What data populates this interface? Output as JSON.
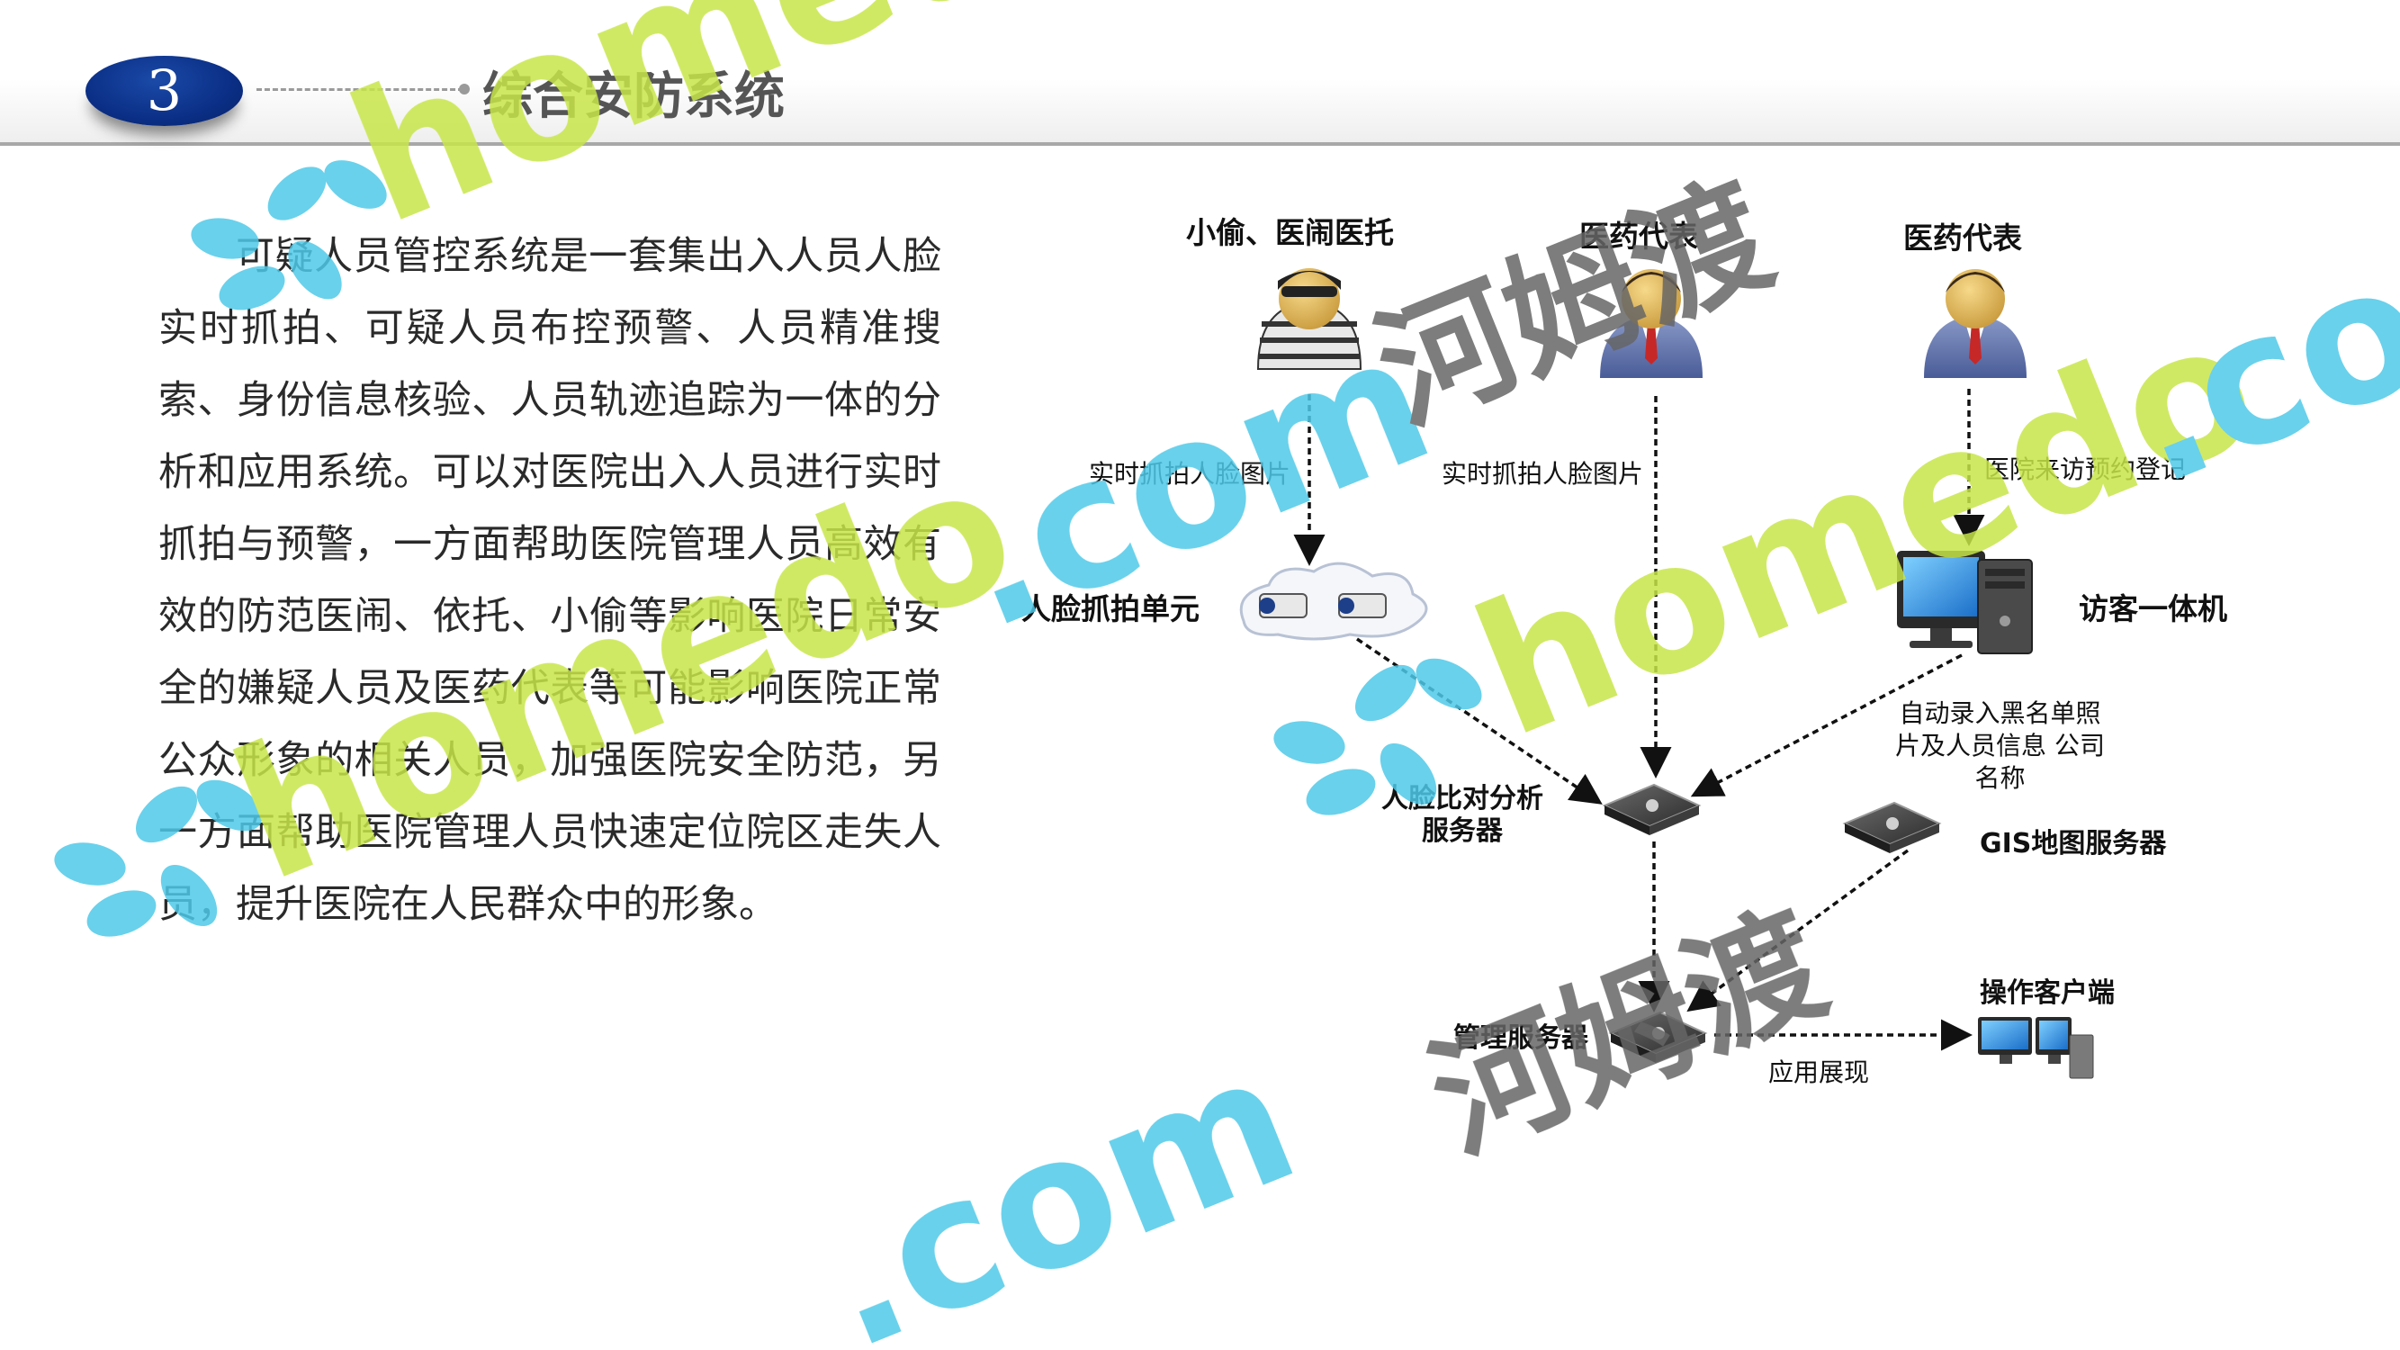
{
  "header": {
    "number": "3",
    "title": "综合安防系统"
  },
  "body_text": "可疑人员管控系统是一套集出入人员人脸实时抓拍、可疑人员布控预警、人员精准搜索、身份信息核验、人员轨迹追踪为一体的分析和应用系统。可以对医院出入人员进行实时抓拍与预警，一方面帮助医院管理人员高效有效的防范医闹、依托、小偷等影响医院日常安全的嫌疑人员及医药代表等可能影响医院正常公众形象的相关人员，加强医院安全防范，另一方面帮助医院管理人员快速定位院区走失人员，提升医院在人民群众中的形象。",
  "diagram": {
    "persons": [
      {
        "label": "小偷、医闹医托"
      },
      {
        "label": "医药代表"
      },
      {
        "label": "医药代表"
      }
    ],
    "edges": {
      "capture_1": "实时抓拍人脸图片",
      "capture_2": "实时抓拍人脸图片",
      "visit": "医院来访预约登记",
      "blacklist": "自动录入黑名单照片及人员信息  公司名称",
      "display": "应用展现"
    },
    "nodes": {
      "face_unit": "人脸抓拍单元",
      "visitor_kiosk": "访客一体机",
      "face_server": "人脸比对分析服务器",
      "gis_server": "GIS地图服务器",
      "mgmt_server": "管理服务器",
      "client": "操作客户端"
    }
  },
  "watermark": {
    "text_brand": "homedo",
    "text_domain": ".com",
    "text_cn": "河姆渡"
  },
  "colors": {
    "badge": "#0b2f86",
    "title": "#555555",
    "watermark_green": "#c8e64a",
    "watermark_blue": "#4ec9e8",
    "watermark_cn": "#666666"
  }
}
